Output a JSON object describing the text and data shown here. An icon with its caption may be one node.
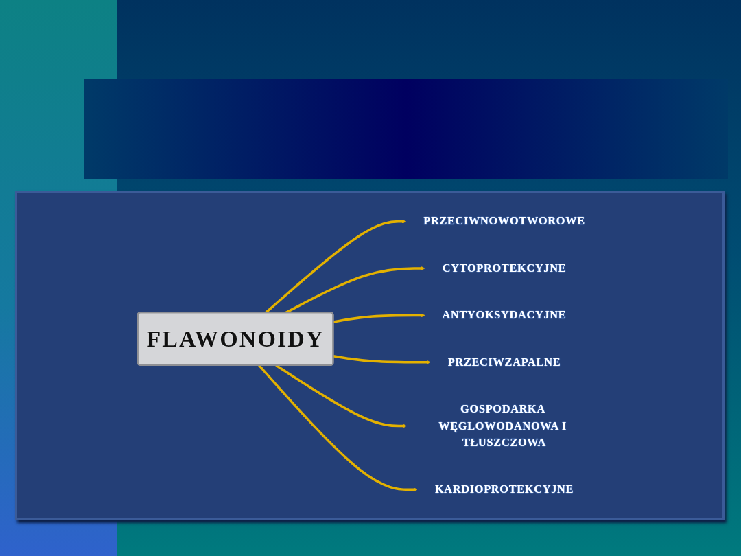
{
  "diagram": {
    "nodes": [
      {
        "text": [
          "PRZECIWNOWOTWOROWE"
        ]
      },
      {
        "text": [
          "CYTOPROTEKCYJNE"
        ]
      },
      {
        "text": [
          "ANTYOKSYDACYJNE"
        ]
      },
      {
        "text": [
          "FLAWONOIDY"
        ]
      },
      {
        "text": [
          "PRZECIWZAPALNE"
        ]
      },
      {
        "text": [
          "GOSPODARKA WĘGLOWODANOWA I TŁUSZCZOWA"
        ]
      },
      {
        "text": [
          "KARDIOPROTEKCYJNE"
        ]
      }
    ],
    "edges": [
      {
        "from": 3,
        "to": 0,
        "arrow": "to"
      },
      {
        "from": 3,
        "to": 1,
        "arrow": "to"
      },
      {
        "from": 3,
        "to": 2,
        "arrow": "to"
      },
      {
        "from": 3,
        "to": 4,
        "arrow": "to"
      },
      {
        "from": 3,
        "to": 5,
        "arrow": "to"
      },
      {
        "from": 3,
        "to": 6,
        "arrow": "to"
      }
    ]
  }
}
